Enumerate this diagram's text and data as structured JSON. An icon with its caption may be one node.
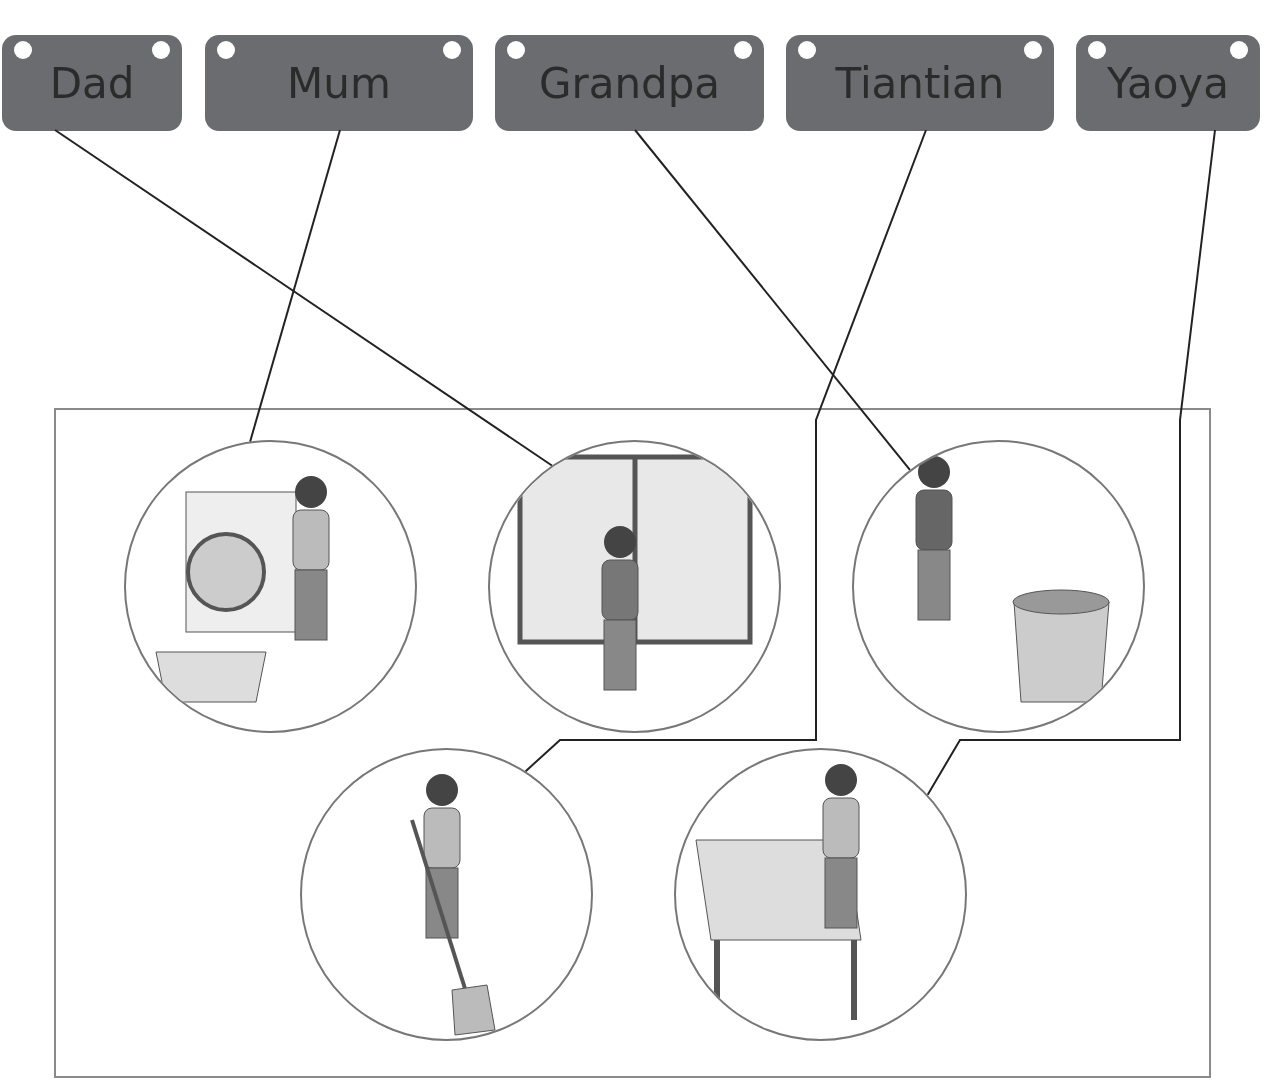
{
  "diagram": {
    "nodes": [
      {
        "text": [
          "Dad"
        ]
      },
      {
        "text": [
          "Mum"
        ]
      },
      {
        "text": [
          "Grandpa"
        ]
      },
      {
        "text": [
          "Tiantian"
        ]
      },
      {
        "text": [
          "Yaoya"
        ]
      },
      {
        "text": [],
        "shape": "box"
      },
      {
        "text": [],
        "shape": "picture",
        "in": 5
      },
      {
        "text": [],
        "shape": "picture",
        "in": 5
      },
      {
        "text": [],
        "shape": "picture",
        "in": 5
      },
      {
        "text": [],
        "shape": "picture",
        "in": 5
      },
      {
        "text": [],
        "shape": "picture",
        "in": 5
      }
    ],
    "edges": [
      {
        "from": 0,
        "to": 7,
        "arrow": "none"
      },
      {
        "from": 1,
        "to": 6,
        "arrow": "none"
      },
      {
        "from": 2,
        "to": 8,
        "arrow": "none"
      },
      {
        "from": 3,
        "to": 9,
        "arrow": "none"
      },
      {
        "from": 4,
        "to": 10,
        "arrow": "none"
      }
    ]
  }
}
